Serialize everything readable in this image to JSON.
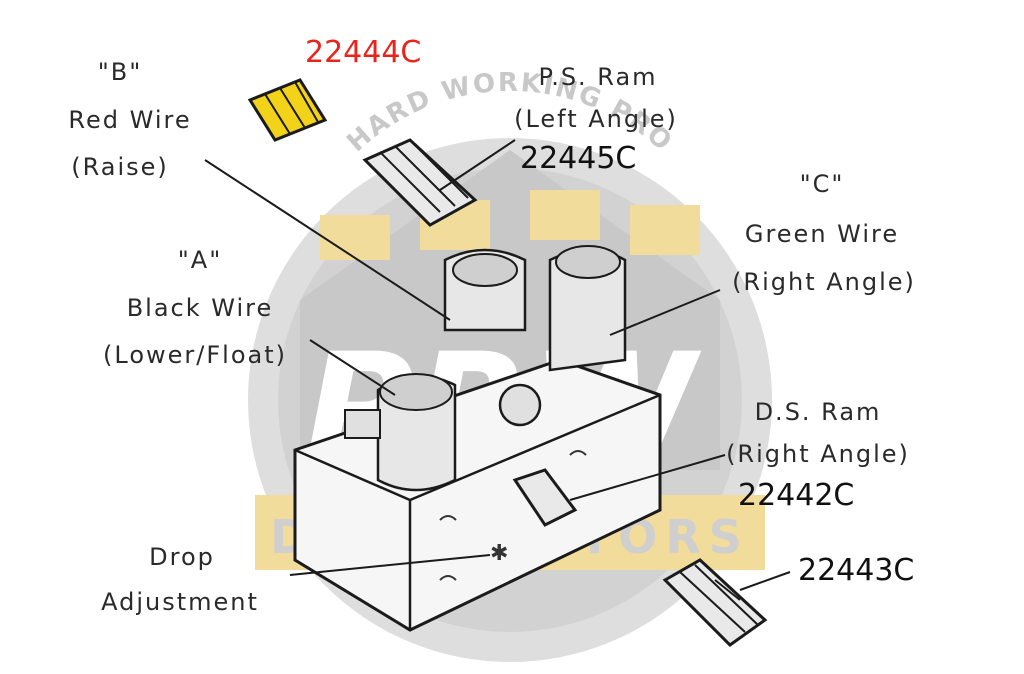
{
  "watermark": {
    "arc_text": "HARD WORKING PRO",
    "big_text": "PRW",
    "sub_text": "DISTRIBUTORS"
  },
  "labels": {
    "b_letter": "\"B\"",
    "b_wire": "Red Wire",
    "b_func": "(Raise)",
    "ps_ram": "P.S. Ram",
    "ps_angle": "(Left Angle)",
    "c_letter": "\"C\"",
    "c_wire": "Green Wire",
    "c_angle": "(Right Angle)",
    "a_letter": "\"A\"",
    "a_wire": "Black Wire",
    "a_func": "(Lower/Float)",
    "ds_ram": "D.S. Ram",
    "ds_angle": "(Right Angle)",
    "drop_1": "Drop",
    "drop_2": "Adjustment"
  },
  "parts": {
    "red_cartridge": "22444C",
    "ps_ram_fitting": "22445C",
    "ds_ram_fitting": "22442C",
    "relief_valve": "22443C"
  },
  "colors": {
    "highlight_red": "#e8251c",
    "watermark_gray": "#b9b9b9",
    "watermark_gold": "#f1dc9c",
    "cartridge_yellow": "#f3d21a"
  }
}
